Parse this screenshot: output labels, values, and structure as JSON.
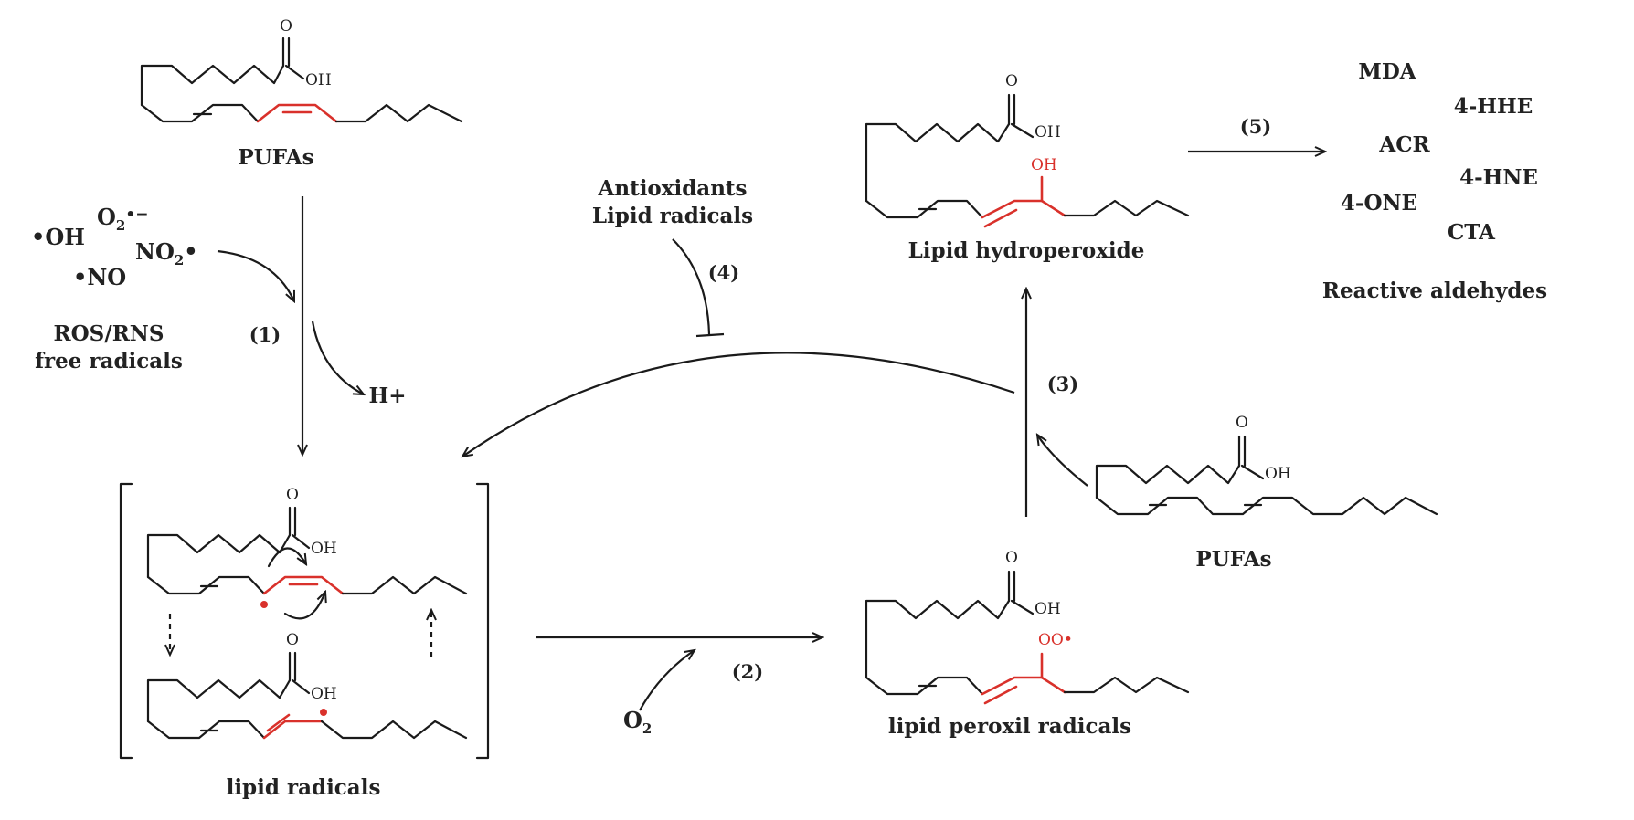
{
  "labels": {
    "pufas_top": "PUFAs",
    "ros_rns_line1": "ROS/RNS",
    "ros_rns_line2": "free radicals",
    "lipid_radicals": "lipid radicals",
    "antioxidants_line1": "Antioxidants",
    "antioxidants_line2": "Lipid radicals",
    "lipid_hydroperoxide": "Lipid hydroperoxide",
    "pufas_right": "PUFAs",
    "lipid_peroxil_radicals": "lipid peroxil radicals",
    "reactive_aldehydes": "Reactive aldehydes",
    "h_plus": "H+"
  },
  "radicals": {
    "oh": "•OH",
    "no": "•NO",
    "o2_base": "O",
    "o2_sub": "2",
    "o2_charge": "•−",
    "no2_base": "NO",
    "no2_sub": "2",
    "no2_dot": "•"
  },
  "oxygen": {
    "base": "O",
    "sub": "2"
  },
  "steps": [
    "(1)",
    "(2)",
    "(3)",
    "(4)",
    "(5)"
  ],
  "aldehydes": [
    "MDA",
    "4-HHE",
    "ACR",
    "4-HNE",
    "4-ONE",
    "CTA"
  ],
  "atoms": {
    "carbonyl_o": "O",
    "acid_oh": "OH",
    "hydroxyl": "OH",
    "peroxyl": "OO•"
  },
  "colors": {
    "highlight": "#d9312b",
    "ink": "#1a1a1a"
  }
}
